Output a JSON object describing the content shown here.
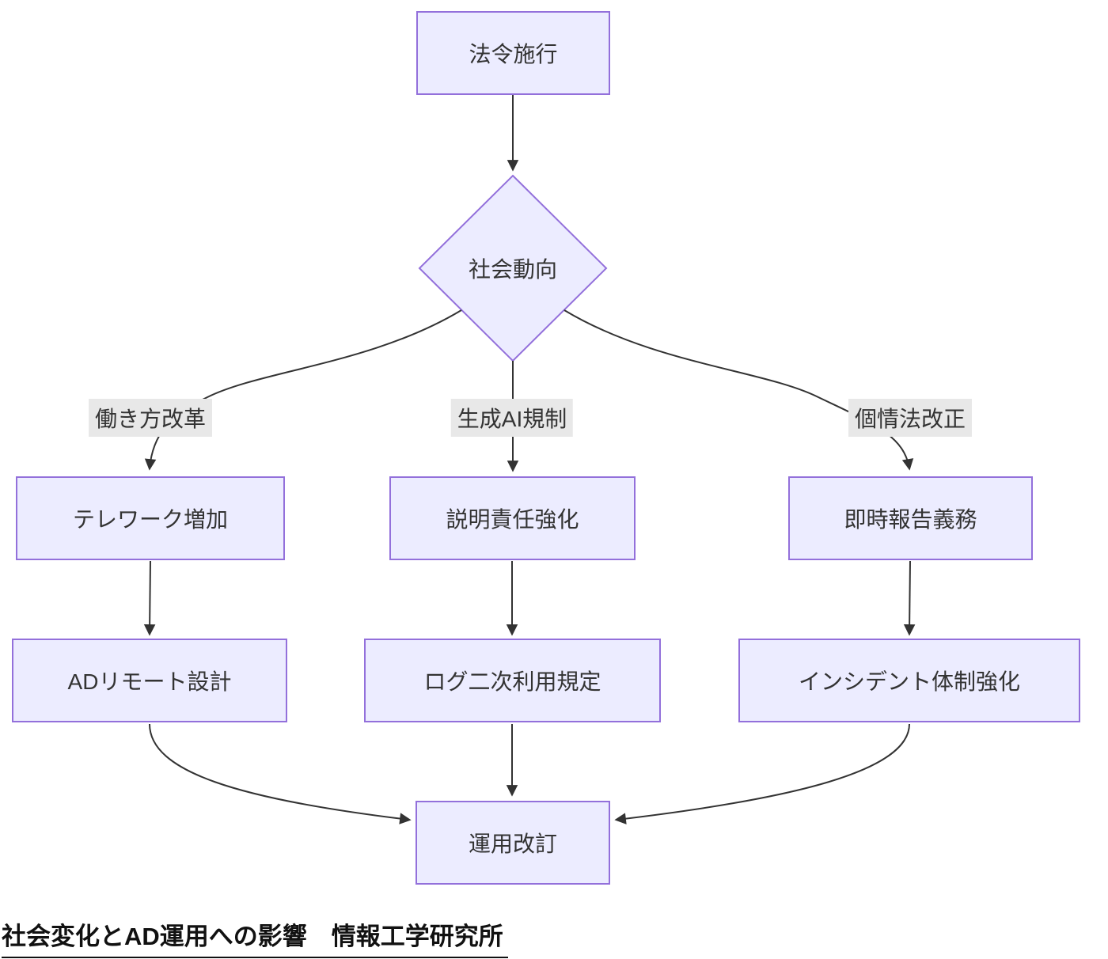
{
  "diagram": {
    "nodes": {
      "law": "法令施行",
      "trend": "社会動向",
      "telework": "テレワーク増加",
      "accountability": "説明責任強化",
      "report": "即時報告義務",
      "ad_remote": "ADリモート設計",
      "log_policy": "ログ二次利用規定",
      "incident": "インシデント体制強化",
      "revision": "運用改訂"
    },
    "edge_labels": {
      "workstyle": "働き方改革",
      "gen_ai": "生成AI規制",
      "privacy_law": "個情法改正"
    },
    "caption": "社会変化とAD運用への影響　情報工学研究所",
    "colors": {
      "node_fill": "#ECECFF",
      "node_border": "#9370DB",
      "edge_line": "#333333",
      "edge_label_bg": "#e8e8e8",
      "text": "#333333"
    }
  }
}
